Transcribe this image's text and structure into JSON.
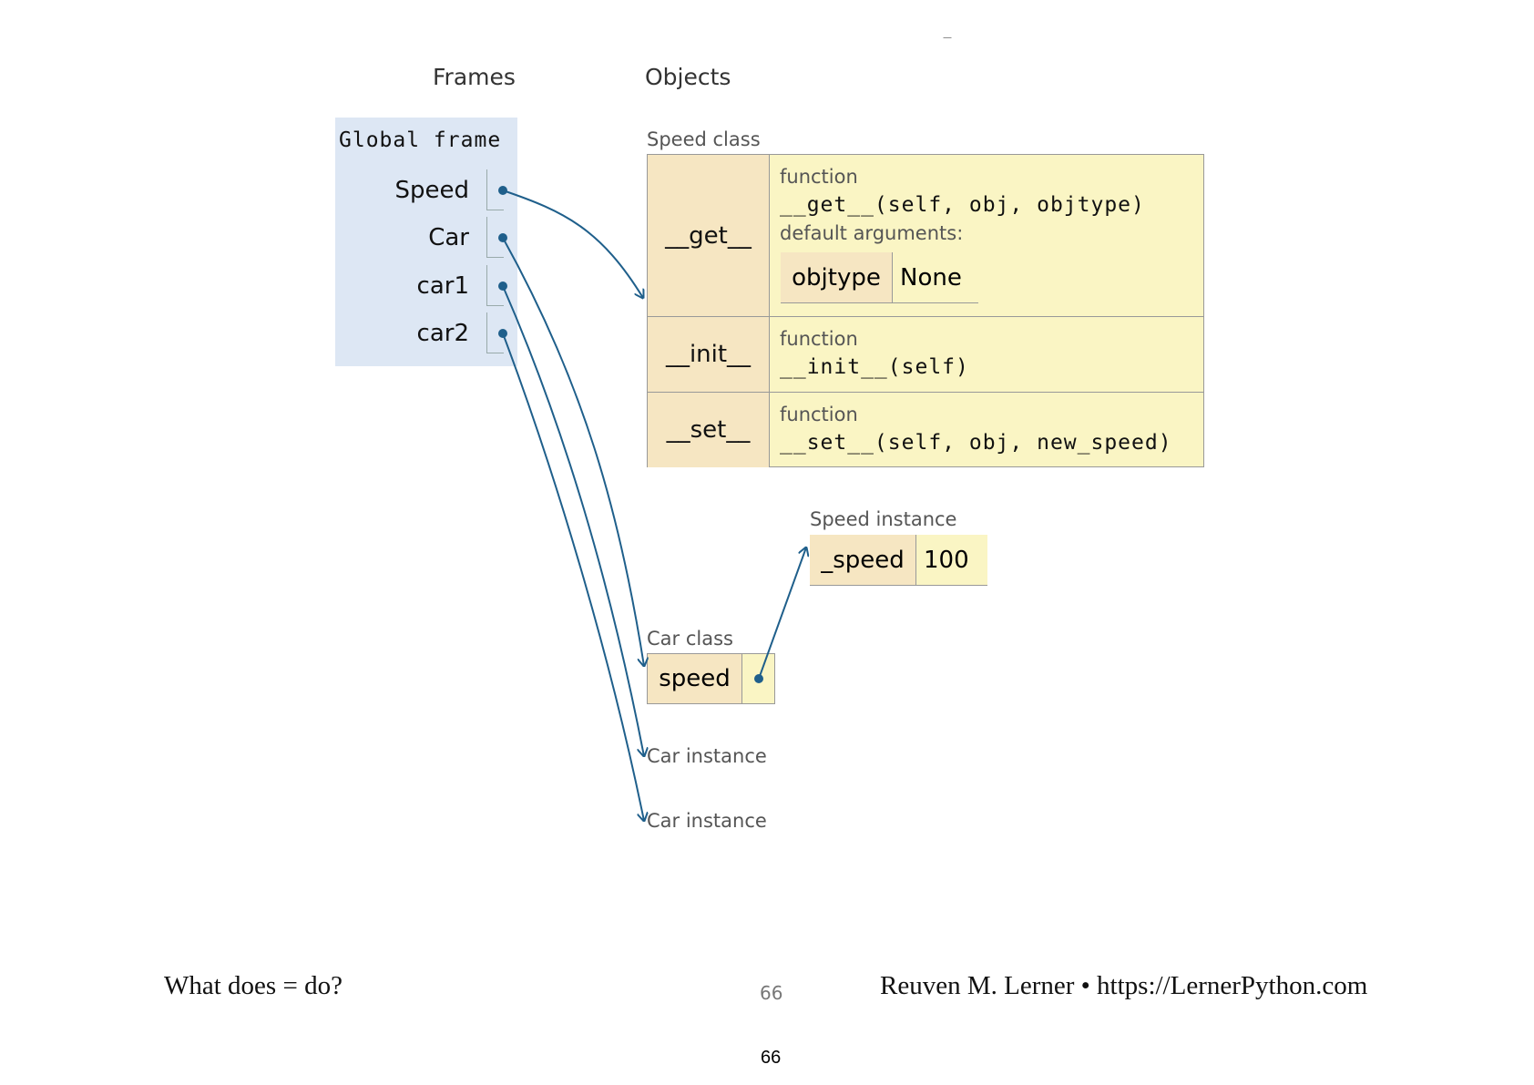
{
  "header": {
    "frames_label": "Frames",
    "objects_label": "Objects",
    "top_mark": "—"
  },
  "global_frame": {
    "title": "Global frame",
    "variables": [
      "Speed",
      "Car",
      "car1",
      "car2"
    ]
  },
  "speed_class": {
    "label": "Speed class",
    "methods": [
      {
        "name": "__get__",
        "kind": "function",
        "signature": "__get__(self, obj, objtype)",
        "default_args_label": "default arguments:",
        "default_arg_name": "objtype",
        "default_arg_value": "None"
      },
      {
        "name": "__init__",
        "kind": "function",
        "signature": "__init__(self)"
      },
      {
        "name": "__set__",
        "kind": "function",
        "signature": "__set__(self, obj, new_speed)"
      }
    ]
  },
  "speed_instance": {
    "label": "Speed instance",
    "attr": "_speed",
    "value": "100"
  },
  "car_class": {
    "label": "Car class",
    "attr": "speed"
  },
  "car_instances": [
    "Car instance",
    "Car instance"
  ],
  "footer": {
    "left": "What does = do?",
    "center": "66",
    "right": "Reuven M. Lerner • https://LernerPython.com",
    "page_number": "66"
  },
  "colors": {
    "arrow": "#1f5f8b",
    "frame_bg": "#dde7f4",
    "object_bg": "#faf5c4",
    "key_bg": "#f6e6c2"
  }
}
